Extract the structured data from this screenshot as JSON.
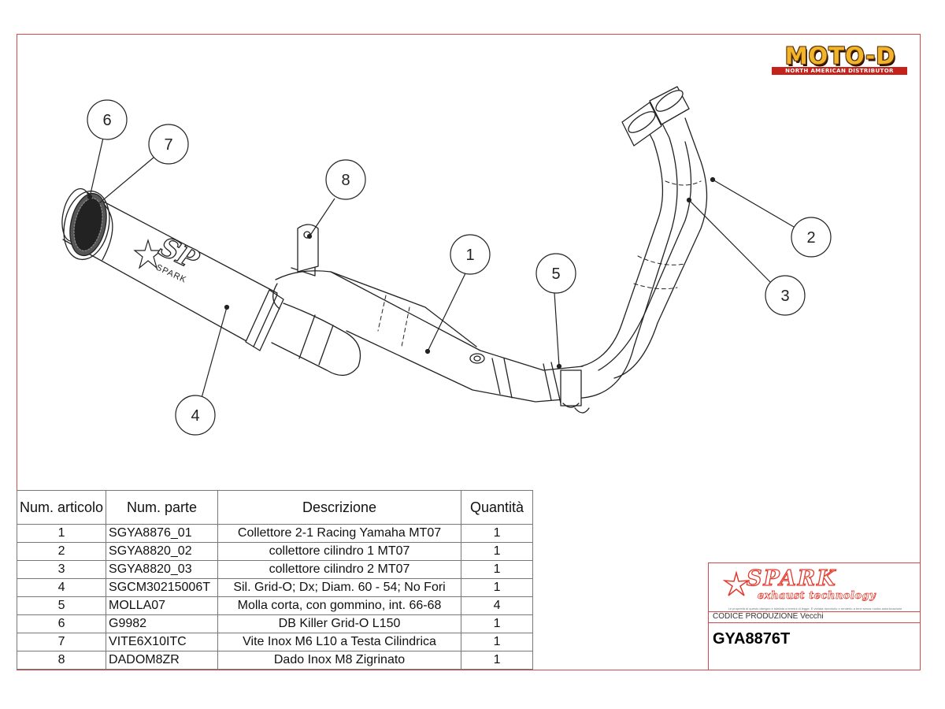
{
  "brand": {
    "motod_name": "MOTO-D",
    "motod_tagline": "NORTH AMERICAN DISTRIBUTOR",
    "silencer_logo_text": "SPARK",
    "silencer_logo_initials": "SP"
  },
  "balloons": [
    {
      "label": "1"
    },
    {
      "label": "2"
    },
    {
      "label": "3"
    },
    {
      "label": "4"
    },
    {
      "label": "5"
    },
    {
      "label": "6"
    },
    {
      "label": "7"
    },
    {
      "label": "8"
    }
  ],
  "table": {
    "headers": {
      "num_articolo": "Num. articolo",
      "num_parte": "Num. parte",
      "descrizione": "Descrizione",
      "quantita": "Quantità"
    },
    "rows": [
      {
        "num": "1",
        "part": "SGYA8876_01",
        "desc": "Collettore 2-1 Racing Yamaha MT07",
        "qty": "1"
      },
      {
        "num": "2",
        "part": "SGYA8820_02",
        "desc": "collettore cilindro 1 MT07",
        "qty": "1"
      },
      {
        "num": "3",
        "part": "SGYA8820_03",
        "desc": "collettore cilindro 2 MT07",
        "qty": "1"
      },
      {
        "num": "4",
        "part": "SGCM30215006T",
        "desc": "Sil. Grid-O; Dx; Diam. 60 - 54; No Fori",
        "qty": "1"
      },
      {
        "num": "5",
        "part": "MOLLA07",
        "desc": "Molla corta, con gommino, int. 66-68",
        "qty": "4"
      },
      {
        "num": "6",
        "part": "G9982",
        "desc": "DB Killer Grid-O L150",
        "qty": "1"
      },
      {
        "num": "7",
        "part": "VITE6X10ITC",
        "desc": "Vite Inox M6 L10 a Testa Cilindrica",
        "qty": "1"
      },
      {
        "num": "8",
        "part": "DADOM8ZR",
        "desc": "Dado Inox M8 Zigrinato",
        "qty": "1"
      }
    ]
  },
  "title_block": {
    "logo_text": "SPARK",
    "logo_tagline": "exhaust technology",
    "fine_print": "Le proprietà di questo disegno è tutelata a termini di legge. È vietata riprodurlo o renderlo a terzi senza nostra autorizzazione",
    "codice_label": "CODICE PRODUZIONE Vecchi",
    "code": "GYA8876T"
  },
  "colors": {
    "frame": "#d24a4a",
    "line": "#222222",
    "spark_red": "#e23a2e",
    "motod_gold": "#f0b52a"
  }
}
